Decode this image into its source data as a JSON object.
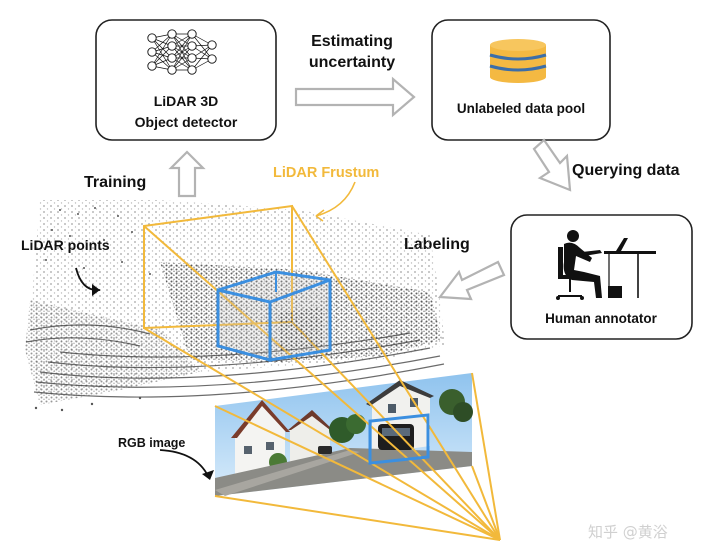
{
  "boxes": {
    "detector_line1": "LiDAR 3D",
    "detector_line2": "Object detector",
    "pool": "Unlabeled data pool",
    "annotator": "Human annotator"
  },
  "labels": {
    "estimating_line1": "Estimating",
    "estimating_line2": "uncertainty",
    "querying": "Querying data",
    "training": "Training",
    "labeling": "Labeling",
    "frustum": "LiDAR Frustum",
    "lidar_points": "LiDAR points",
    "rgb_image": "RGB image"
  },
  "watermark": "知乎 @黄浴",
  "colors": {
    "frustum": "#f2b93b",
    "bbox": "#3b8fe0",
    "arrow_outline": "#b3b3b3",
    "box_border": "#222222",
    "database": "#f4b942"
  },
  "icons": [
    "neural-network-icon",
    "database-icon",
    "human-at-desk-icon"
  ]
}
